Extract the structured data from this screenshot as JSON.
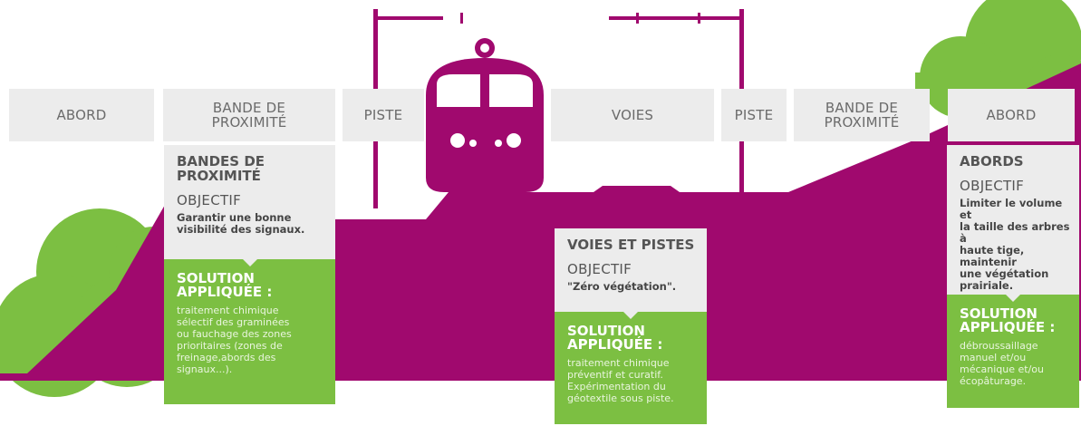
{
  "colors": {
    "purple": "#a0096e",
    "green": "#7cbf42",
    "grey": "#ececec",
    "text_grey": "#6b6b6b",
    "white": "#ffffff"
  },
  "zones": [
    {
      "id": "abord-left",
      "label": "ABORD"
    },
    {
      "id": "bande-left",
      "label": "BANDE DE\nPROXIMITÉ"
    },
    {
      "id": "piste-left",
      "label": "PISTE"
    },
    {
      "id": "voies",
      "label": "VOIES"
    },
    {
      "id": "piste-right",
      "label": "PISTE"
    },
    {
      "id": "bande-right",
      "label": "BANDE DE\nPROXIMITÉ"
    },
    {
      "id": "abord-right",
      "label": "ABORD"
    }
  ],
  "cards": {
    "bandes": {
      "title": "BANDES DE\nPROXIMITÉ",
      "objective_label": "OBJECTIF",
      "objective_text": "Garantir une bonne\nvisibilité des signaux.",
      "solution_label": "SOLUTION\nAPPLIQUÉE :",
      "solution_text": "traitement chimique\nsélectif des graminées\nou fauchage des zones\nprioritaires (zones de\nfreinage,abords des\nsignaux...)."
    },
    "voies": {
      "title": "VOIES ET PISTES",
      "objective_label": "OBJECTIF",
      "objective_text": "\"Zéro végétation\".",
      "solution_label": "SOLUTION\nAPPLIQUÉE :",
      "solution_text": "traitement chimique\npréventif et curatif.\nExpérimentation du\ngéotextile sous piste."
    },
    "abords": {
      "title": "ABORDS",
      "objective_label": "OBJECTIF",
      "objective_text": "Limiter le volume et\nla taille des arbres à\nhaute tige, maintenir\nune végétation\nprairiale.",
      "solution_label": "SOLUTION\nAPPLIQUÉE :",
      "solution_text": "débroussaillage\nmanuel et/ou\nmécanique et/ou\nécopâturage."
    }
  }
}
